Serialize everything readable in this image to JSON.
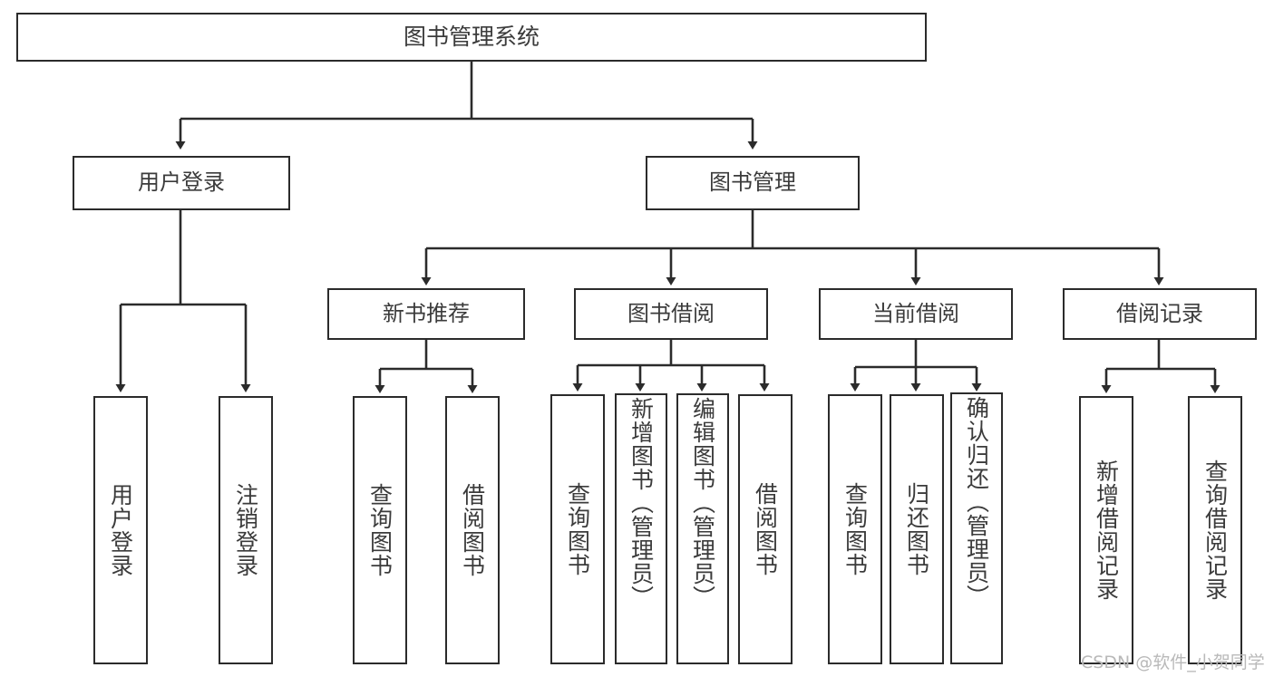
{
  "diagram": {
    "type": "tree-hierarchy",
    "title": "图书管理系统",
    "watermark": "CSDN @软件_小贺同学",
    "colors": {
      "box_border": "#2b2b2b",
      "box_fill": "#ffffff",
      "text": "#3b3b3b",
      "connector": "#2b2b2b",
      "watermark": "#b9b9b9",
      "background": "#ffffff"
    },
    "root": {
      "label": "图书管理系统"
    },
    "level2": [
      {
        "id": "user-login",
        "label": "用户登录"
      },
      {
        "id": "book-manage",
        "label": "图书管理"
      }
    ],
    "level3": [
      {
        "id": "new-book-recommend",
        "label": "新书推荐",
        "parent": "book-manage"
      },
      {
        "id": "book-borrow",
        "label": "图书借阅",
        "parent": "book-manage"
      },
      {
        "id": "current-borrow",
        "label": "当前借阅",
        "parent": "book-manage"
      },
      {
        "id": "borrow-record",
        "label": "借阅记录",
        "parent": "book-manage"
      }
    ],
    "leaves": [
      {
        "id": "leaf-user-login",
        "label": "用户登录",
        "parent": "user-login"
      },
      {
        "id": "leaf-logout-login",
        "label": "注销登录",
        "parent": "user-login"
      },
      {
        "id": "leaf-query-book-1",
        "label": "查询图书",
        "parent": "new-book-recommend"
      },
      {
        "id": "leaf-borrow-book-1",
        "label": "借阅图书",
        "parent": "new-book-recommend"
      },
      {
        "id": "leaf-query-book-2",
        "label": "查询图书",
        "parent": "book-borrow"
      },
      {
        "id": "leaf-add-book",
        "label": "新增图书（管理员）",
        "parent": "book-borrow"
      },
      {
        "id": "leaf-edit-book",
        "label": "编辑图书（管理员）",
        "parent": "book-borrow"
      },
      {
        "id": "leaf-borrow-book-2",
        "label": "借阅图书",
        "parent": "book-borrow"
      },
      {
        "id": "leaf-query-book-3",
        "label": "查询图书",
        "parent": "current-borrow"
      },
      {
        "id": "leaf-return-book",
        "label": "归还图书",
        "parent": "current-borrow"
      },
      {
        "id": "leaf-confirm-return",
        "label": "确认归还（管理员）",
        "parent": "current-borrow"
      },
      {
        "id": "leaf-add-record",
        "label": "新增借阅记录",
        "parent": "borrow-record"
      },
      {
        "id": "leaf-query-record",
        "label": "查询借阅记录",
        "parent": "borrow-record"
      }
    ]
  }
}
